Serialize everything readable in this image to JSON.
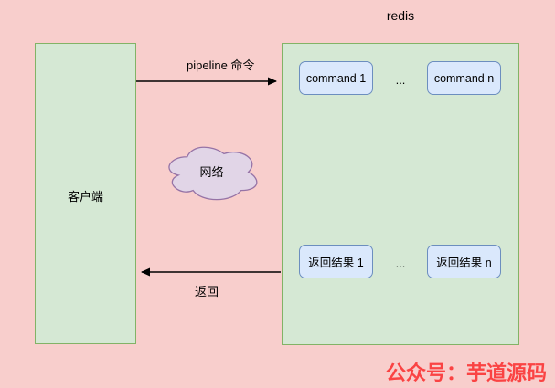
{
  "diagram": {
    "title": "redis",
    "client": {
      "label": "客户端"
    },
    "server": {
      "commands": [
        "command 1",
        "command n"
      ],
      "results": [
        "返回结果 1",
        "返回结果 n"
      ],
      "ellipsis": "..."
    },
    "arrows": {
      "pipeline_label": "pipeline 命令",
      "return_label": "返回"
    },
    "cloud": {
      "label": "网络"
    },
    "watermark": "公众号：芋道源码",
    "colors": {
      "background": "#f8cecc",
      "box_fill": "#d5e8d4",
      "box_border": "#82b366",
      "node_fill": "#dae8fc",
      "node_border": "#6c8ebf",
      "cloud_fill": "#e1d5e7",
      "cloud_border": "#9673a6",
      "arrow": "#000000",
      "watermark_red": "#fa4343"
    }
  }
}
